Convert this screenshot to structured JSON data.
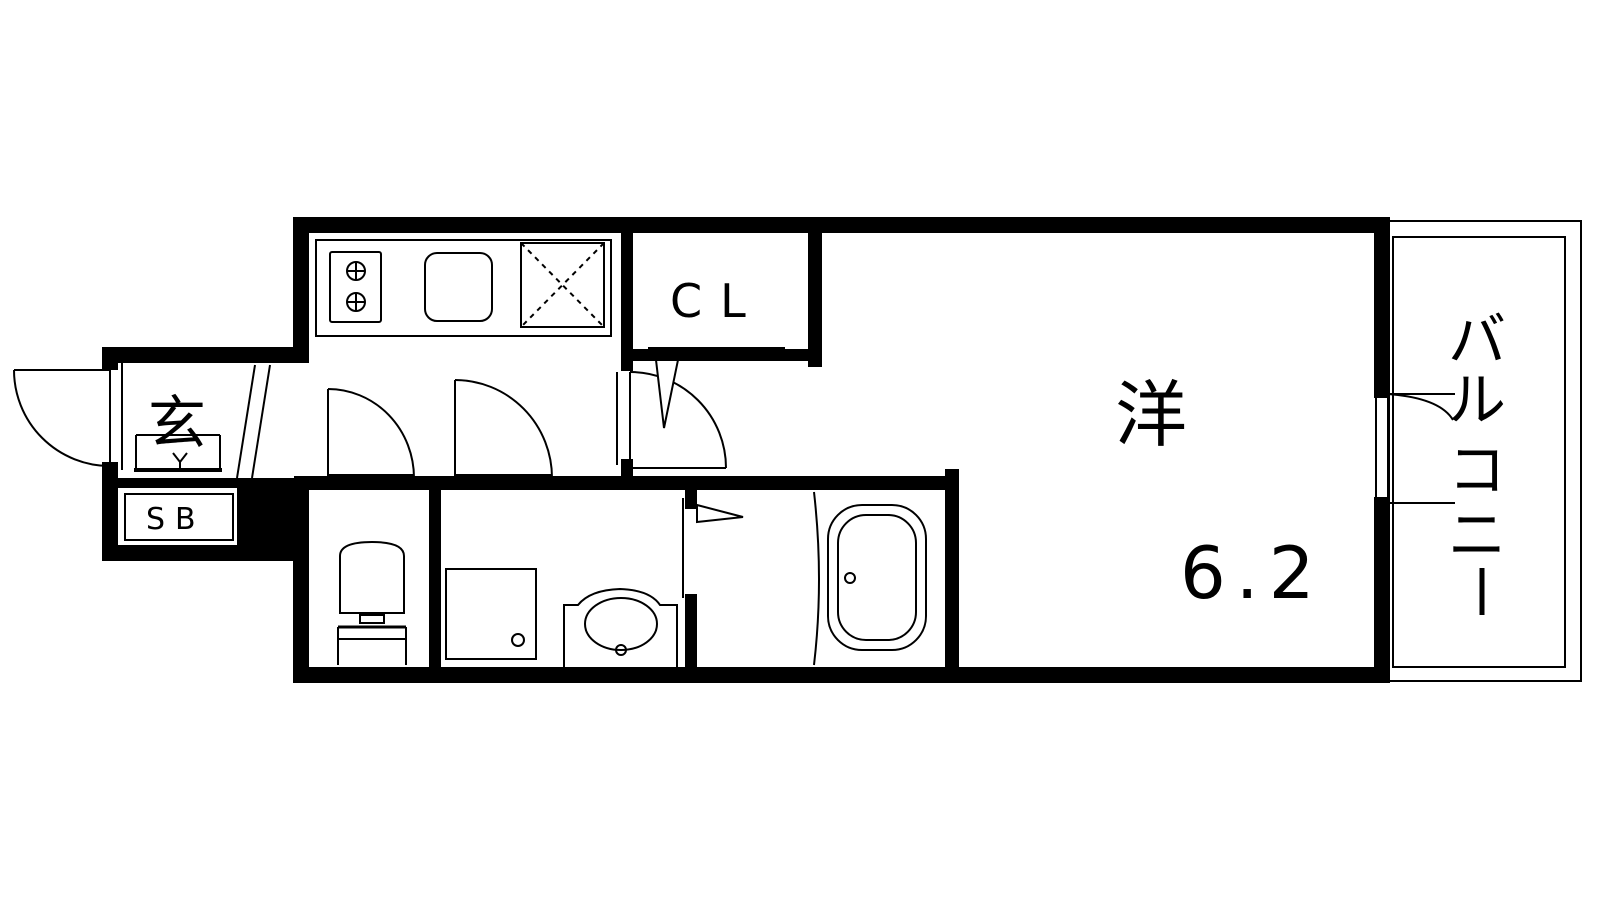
{
  "rooms": {
    "western_room": {
      "label": "洋",
      "area": "6.2"
    },
    "closet": {
      "label": "CL"
    },
    "entrance": {
      "label": "玄"
    },
    "shoe_box": {
      "label": "SB"
    },
    "balcony": {
      "label": [
        "バ",
        "ル",
        "コ",
        "ニ",
        "ー"
      ]
    }
  },
  "icons": [
    "stove-icon",
    "sink-icon",
    "fridge-space-icon",
    "toilet-icon",
    "washer-pan-icon",
    "washbasin-icon",
    "bathtub-icon",
    "door-swing-icon"
  ],
  "colors": {
    "wall": "#000000",
    "background": "#ffffff"
  }
}
